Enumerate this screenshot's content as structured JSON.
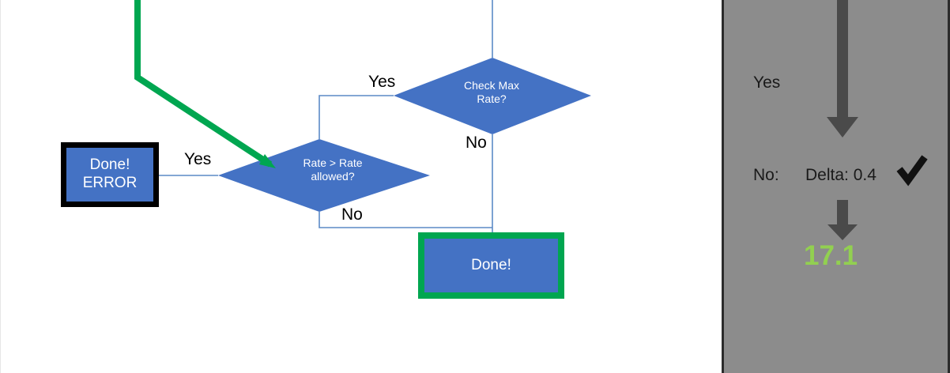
{
  "flowchart": {
    "nodes": {
      "check_max_rate": {
        "type": "decision",
        "label": "Check Max\nRate?"
      },
      "rate_gt_allowed": {
        "type": "decision",
        "label": "Rate > Rate\nallowed?"
      },
      "done_error": {
        "type": "process",
        "label": "Done!\nERROR",
        "border_color": "#000000"
      },
      "done_ok": {
        "type": "process",
        "label": "Done!",
        "border_color": "#00a650"
      }
    },
    "edge_labels": {
      "check_max_yes": "Yes",
      "check_max_no": "No",
      "rate_yes": "Yes",
      "rate_no": "No"
    },
    "colors": {
      "node_fill": "#4472c4",
      "connector": "#5b8ac6",
      "highlight_path": "#00a650"
    }
  },
  "side_panel": {
    "yes_label": "Yes",
    "no_label": "No:",
    "delta_label": "Delta: 0.4",
    "check_icon": "checkmark-icon",
    "result_value": "17.1",
    "colors": {
      "background": "#8c8c8c",
      "arrow": "#4a4a4a",
      "result": "#92d050",
      "border": "#2b2b2b"
    }
  }
}
